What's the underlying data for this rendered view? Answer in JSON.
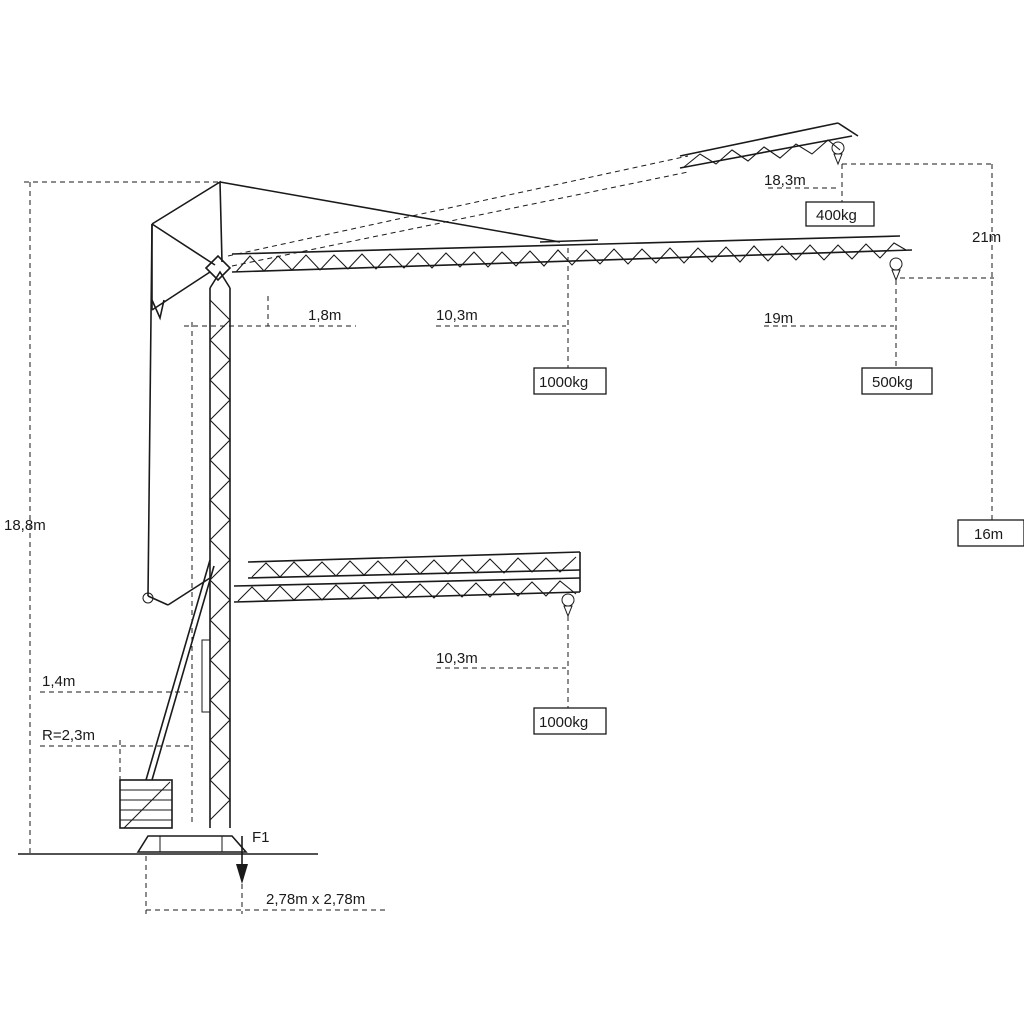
{
  "labels": {
    "height_total": "18,8m",
    "height_21": "21m",
    "height_16": "16m",
    "span_18_3": "18,3m",
    "span_19": "19m",
    "span_1_8": "1,8m",
    "span_10_3_top": "10,3m",
    "span_10_3_low": "10,3m",
    "dim_1_4": "1,4m",
    "radius": "R=2,3m",
    "force": "F1",
    "base_size": "2,78m x 2,78m"
  },
  "loads": {
    "top_tip": "400kg",
    "mid_tip": "500kg",
    "mid_center": "1000kg",
    "low_tip": "1000kg"
  }
}
